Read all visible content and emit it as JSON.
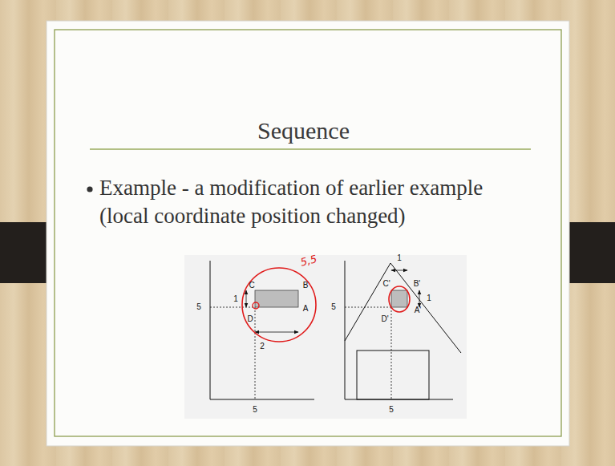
{
  "diagram": {
    "title": "Sequence",
    "labels": [
      "Example - a modification of earlier example (local coordinate position changed)",
      "C",
      "B",
      "1",
      "5",
      "A",
      "D",
      "2",
      "5",
      "5,5",
      "1",
      "C'",
      "B'",
      "1",
      "5",
      "A'",
      "D'",
      "5"
    ]
  }
}
